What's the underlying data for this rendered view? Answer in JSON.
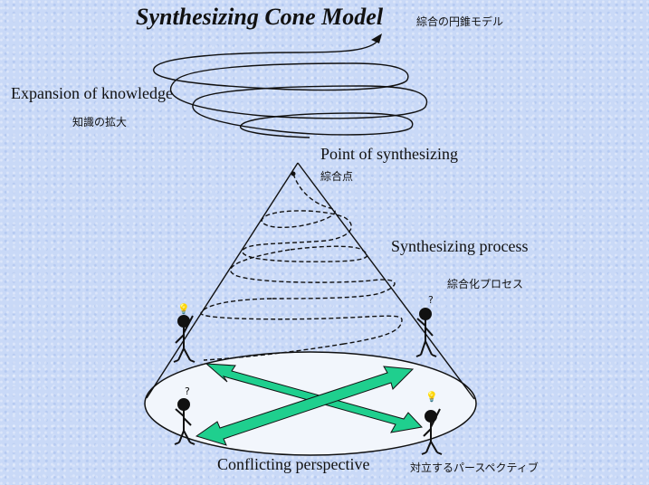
{
  "title": "Synthesizing Cone Model",
  "title_jp": "綜合の円錐モデル",
  "labels": {
    "expansion": "Expansion of knowledge",
    "expansion_jp": "知識の拡大",
    "point": "Point of synthesizing",
    "point_jp": "綜合点",
    "process": "Synthesizing process",
    "process_jp": "綜合化プロセス",
    "conflicting": "Conflicting perspective",
    "conflicting_jp": "対立するパースペクティブ"
  },
  "colors": {
    "background": "#c9d9f7",
    "arrow_fill": "#1fcf8e",
    "base_ellipse": "#f2f6fc",
    "stroke": "#111111"
  }
}
